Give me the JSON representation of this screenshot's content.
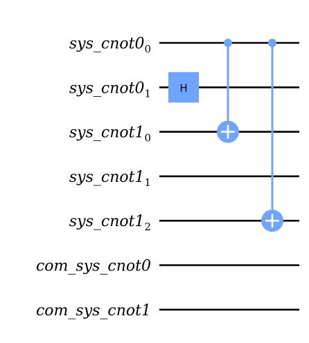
{
  "colors": {
    "wire": "#000000",
    "gate_fill": "#6fa4ff",
    "control": "#6fa4ff",
    "background": "#ffffff"
  },
  "circuit": {
    "wires": [
      {
        "name": "sys_cnot0",
        "index": "0"
      },
      {
        "name": "sys_cnot0",
        "index": "1"
      },
      {
        "name": "sys_cnot1",
        "index": "0"
      },
      {
        "name": "sys_cnot1",
        "index": "1"
      },
      {
        "name": "sys_cnot1",
        "index": "2"
      },
      {
        "name": "com_sys_cnot0",
        "index": ""
      },
      {
        "name": "com_sys_cnot1",
        "index": ""
      }
    ],
    "gates": [
      {
        "type": "H",
        "label": "H",
        "target": 1,
        "column": 0
      }
    ],
    "cnots": [
      {
        "control": 0,
        "target": 2,
        "column": 1,
        "target_icon": "plus-icon"
      },
      {
        "control": 0,
        "target": 4,
        "column": 2,
        "target_icon": "plus-icon"
      }
    ]
  }
}
